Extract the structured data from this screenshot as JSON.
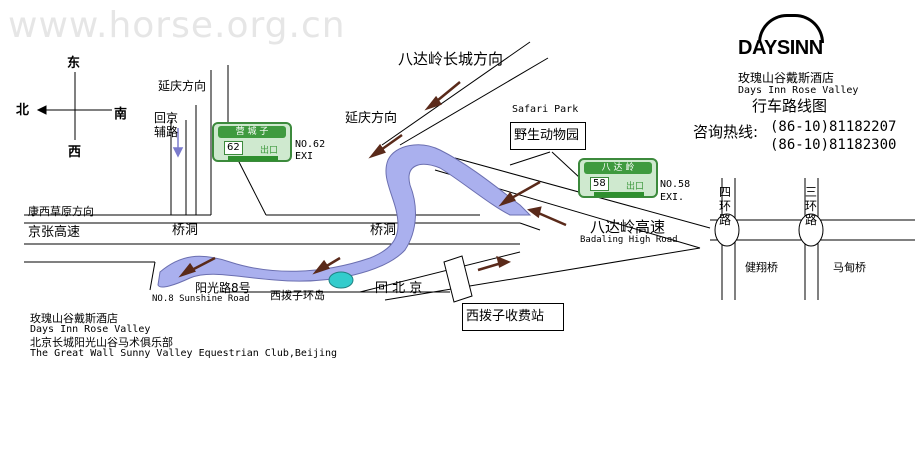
{
  "watermark": "www.horse.org.cn",
  "compass": {
    "north": "北",
    "south": "南",
    "east": "东",
    "west": "西"
  },
  "hotel": {
    "logo_text": "DAYSINN",
    "name_cn": "玫瑰山谷戴斯酒店",
    "name_en": "Days Inn Rose Valley",
    "map_title": "行车路线图",
    "hotline_label": "咨询热线:",
    "phone_1": "(86-10)81182207",
    "phone_2": "(86-10)81182300"
  },
  "labels": {
    "yanqing_top": "延庆方向",
    "huijing_fudao": "回京辅路",
    "badaling_greatwall": "八达岭长城方向",
    "yanqing_mid": "延庆方向",
    "safari_en": "Safari Park",
    "safari_cn": "野生动物园",
    "kangxi_caoyuan": "康西草原方向",
    "jingzhang": "京张高速",
    "qiaodong_left": "桥洞",
    "qiaodong_mid": "桥洞",
    "badaling_expressway_cn": "八达岭高速",
    "badaling_expressway_en": "Badaling High Road",
    "yangguang_cn": "阳光路8号",
    "yangguang_en": "NO.8 Sunshine Road",
    "xibozi_roundabout": "西拨子环岛",
    "hui_beijing": "回 北 京",
    "xibozi_toll": "西拨子收费站",
    "ring4": "四环路",
    "jianxiang_bridge": "健翔桥",
    "ring3": "三环路",
    "madian_bridge": "马甸桥"
  },
  "exit_signs": {
    "exit62": {
      "top": "营 城 子",
      "number": "62",
      "exit_cn": "出口",
      "label_no": "NO.62",
      "label_exi": "EXI"
    },
    "exit58": {
      "top": "八 达 岭",
      "number": "58",
      "exit_cn": "出口",
      "label_no": "NO.58",
      "label_exi": "EXI."
    }
  },
  "footer": {
    "line1": "玫瑰山谷戴斯酒店",
    "line2": "Days Inn Rose Valley",
    "line3": "北京长城阳光山谷马术俱乐部",
    "line4": "The Great Wall Sunny Valley Equestrian Club,Beijing"
  },
  "colors": {
    "route": "#aab0ee",
    "route_arrow": "#5a2a1a",
    "sign_green": "#3f9a3f",
    "lake": "#33cccc",
    "watermark": "#e6e6e6"
  }
}
